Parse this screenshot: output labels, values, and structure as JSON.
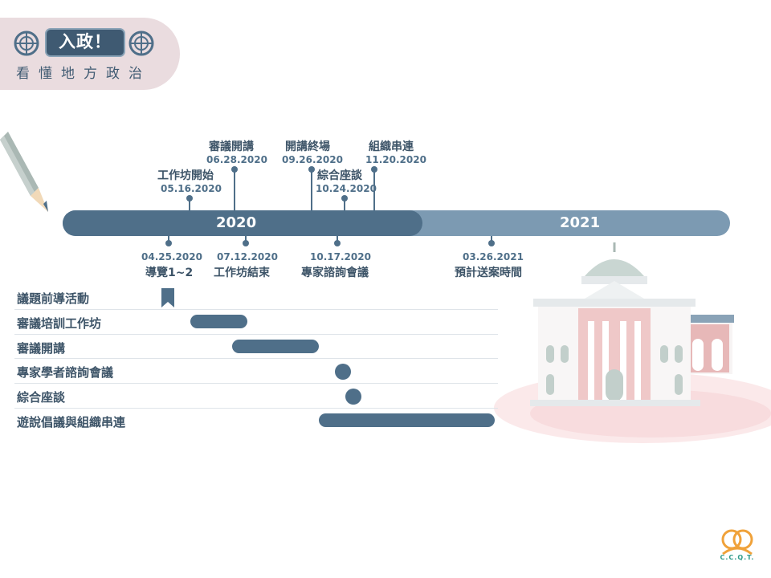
{
  "header": {
    "title": "入政！",
    "subtitle": "看懂地方政治"
  },
  "timeline": {
    "years": [
      "2020",
      "2021"
    ],
    "events_above": [
      {
        "title": "工作坊開始",
        "date": "05.16.2020"
      },
      {
        "title": "審議開講",
        "date": "06.28.2020"
      },
      {
        "title": "開講終場",
        "date": "09.26.2020"
      },
      {
        "title": "綜合座談",
        "date": "10.24.2020"
      },
      {
        "title": "組織串連",
        "date": "11.20.2020"
      }
    ],
    "events_below": [
      {
        "date": "04.25.2020",
        "title": "導覽1~2"
      },
      {
        "date": "07.12.2020",
        "title": "工作坊結束"
      },
      {
        "date": "10.17.2020",
        "title": "專家諮詢會議"
      },
      {
        "date": "03.26.2021",
        "title": "預計送案時間"
      }
    ]
  },
  "activities": [
    {
      "label": "議題前導活動",
      "mark": "bookmark"
    },
    {
      "label": "審議培訓工作坊",
      "mark": "bar"
    },
    {
      "label": "審議開講",
      "mark": "bar"
    },
    {
      "label": "專家學者諮詢會議",
      "mark": "dot"
    },
    {
      "label": "綜合座談",
      "mark": "dot"
    },
    {
      "label": "遊說倡議與組織串連",
      "mark": "bar"
    }
  ],
  "logo": {
    "text": "C.C.Q.T."
  },
  "colors": {
    "primary": "#4f6f89",
    "secondary": "#7c9ab2",
    "header_bg": "#eadcdf",
    "logo_orange": "#f0a23a",
    "logo_teal": "#2f9a8a"
  }
}
